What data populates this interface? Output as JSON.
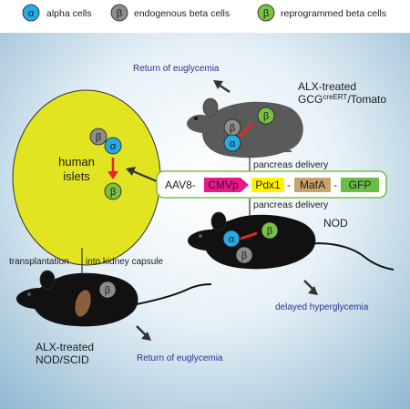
{
  "legend": {
    "alpha": {
      "symbol": "α",
      "label": "alpha cells"
    },
    "endogenous": {
      "symbol": "β",
      "label": "endogenous beta cells"
    },
    "reprogrammed": {
      "symbol": "β",
      "label": "reprogrammed beta cells"
    }
  },
  "cells": {
    "alpha": "α",
    "beta": "β"
  },
  "islets": {
    "line1": "human",
    "line2": "islets"
  },
  "construct": {
    "prefix": "AAV8-",
    "parts": [
      "CMVp",
      "Pdx1",
      "MafA",
      "GFP"
    ],
    "sep": "-"
  },
  "delivery": {
    "upper": "pancreas delivery",
    "lower": "pancreas delivery"
  },
  "outcomes": {
    "top": "Return of euglycemia",
    "right": "delayed hyperglycemia",
    "bottom": "Return of euglycemia"
  },
  "mice": {
    "top": {
      "line1": "ALX-treated",
      "line2_base": "GCG",
      "line2_sup": "creERT",
      "line2_end": "/Tomato"
    },
    "middle": {
      "label": "NOD"
    },
    "bottom": {
      "line1": "ALX-treated",
      "line2": "NOD/SCID"
    }
  },
  "transplant": {
    "left": "transplantation",
    "right": "into kidney capsule"
  },
  "colors": {
    "alpha": "#29a9e1",
    "endogenous": "#8c8c8c",
    "reprogrammed": "#7ac143",
    "islet": "#e2e321",
    "cmvp": "#e8178a",
    "pdx1": "#fff200",
    "mafa": "#c8a26e",
    "gfp": "#6cbd45",
    "arrow": "#e8262a",
    "outcome_text": "#2e3192"
  }
}
